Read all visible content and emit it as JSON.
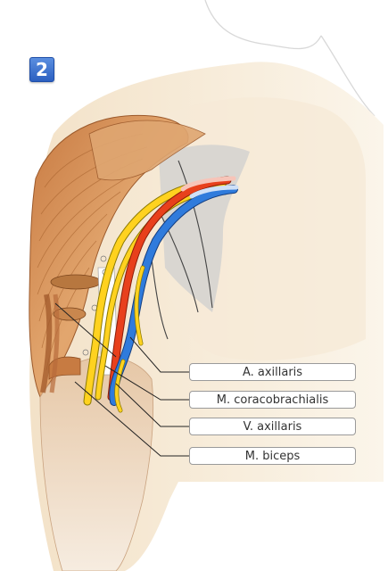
{
  "figure": {
    "badge": "2",
    "labels": {
      "axillaris_artery": "A. axillaris",
      "coracobrachialis": "M. coracobrachialis",
      "axillaris_vein": "V. axillaris",
      "biceps": "M. biceps"
    }
  },
  "colors": {
    "skin": "#f7ecd9",
    "muscle": "#d99a63",
    "muscle_dark": "#b86b3a",
    "nerve": "#ffd21f",
    "artery": "#e8401c",
    "vein": "#2f7bdc",
    "fascia": "#c9c9c9"
  }
}
